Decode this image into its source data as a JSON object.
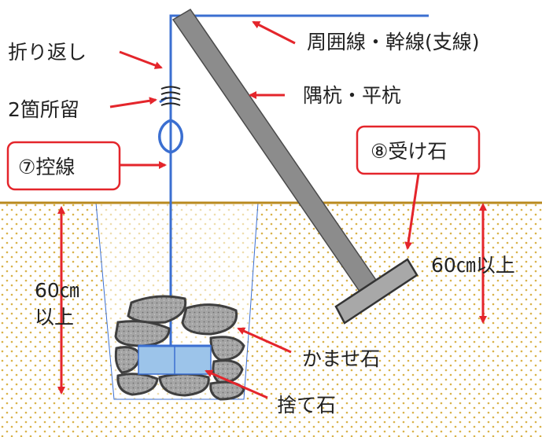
{
  "labels": {
    "main_wire": "周囲線・幹線(支線)",
    "fold_back": "折り返し",
    "corner_post": "隅杭・平杭",
    "two_point_fix": "2箇所留",
    "stay_wire": "⑦控線",
    "receiving_stone": "⑧受け石",
    "depth_right": "60㎝以上",
    "depth_left_line1": "60㎝",
    "depth_left_line2": "以上",
    "packing_stone": "かませ石",
    "base_stone": "捨て石"
  },
  "colors": {
    "wire": "#3b6fd1",
    "arrow": "#e4252b",
    "post": "#8c8c8c",
    "ground_line": "#b98a1f",
    "soil_dot": "#d9b34a",
    "callout_border": "#e4252b",
    "stone_fill": "#a7a7a7",
    "stone_outline": "#3f3f3f",
    "block_fill": "#9cc4ea"
  }
}
